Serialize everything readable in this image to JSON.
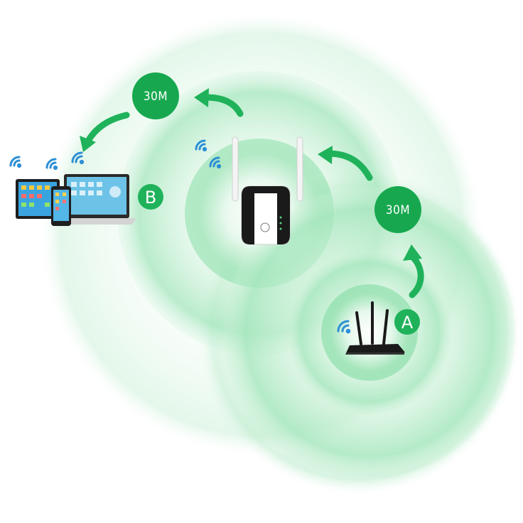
{
  "badges": {
    "top_distance": "30M",
    "right_distance": "30M"
  },
  "points": {
    "a": "A",
    "b": "B"
  },
  "colors": {
    "signal_green": "#1fb25a",
    "badge_green": "#17a84f",
    "router_black": "#1a1a1a"
  },
  "icons": [
    "wifi-icon",
    "router-icon",
    "repeater-icon",
    "laptop-icon",
    "tablet-icon",
    "phone-icon",
    "curved-arrow-icon"
  ]
}
